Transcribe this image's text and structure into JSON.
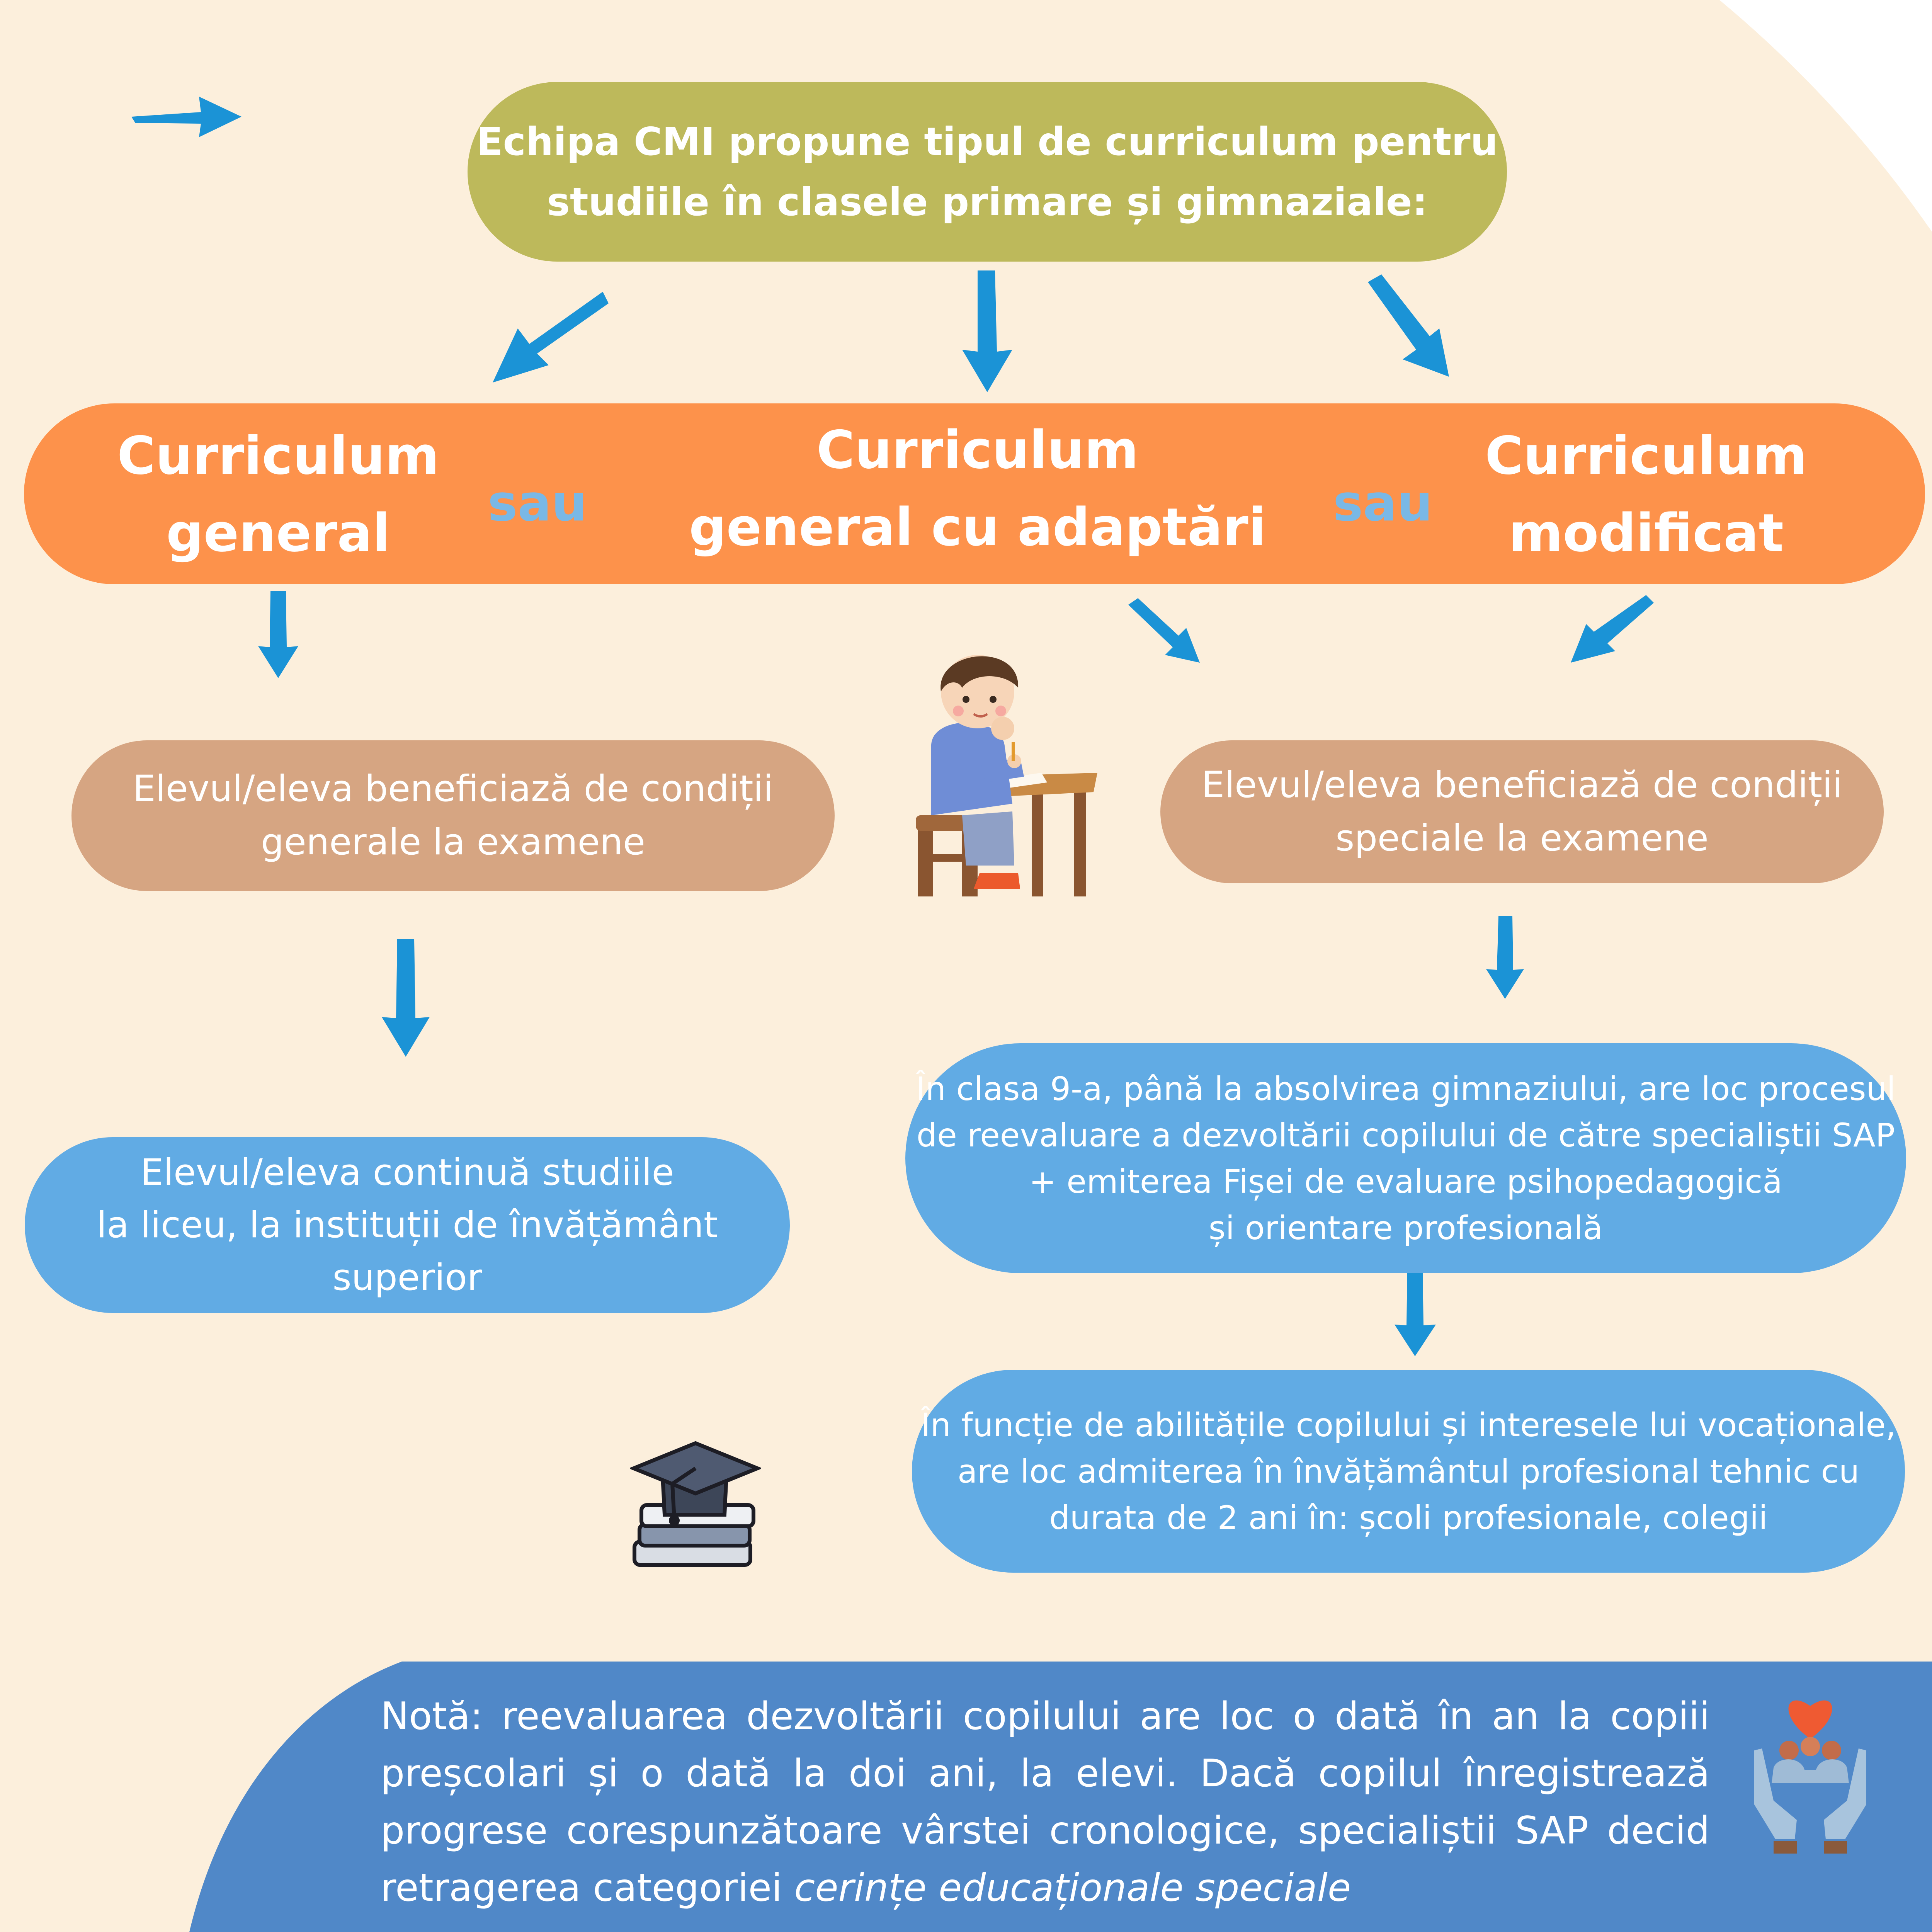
{
  "header": {
    "lines": [
      "Echipa CMI propune tipul de curriculum pentru",
      "studiile în clasele primare și gimnaziale:"
    ]
  },
  "curricula": {
    "general": [
      "Curriculum",
      "general"
    ],
    "adapted": [
      "Curriculum",
      "general cu adaptări"
    ],
    "modified": [
      "Curriculum",
      "modificat"
    ],
    "connector": "sau"
  },
  "exam_conditions": {
    "general": [
      "Elevul/eleva beneficiază de condiții",
      "generale la examene"
    ],
    "special": [
      "Elevul/eleva beneficiază de condiții",
      "speciale la examene"
    ]
  },
  "general_path": {
    "continue_lines": [
      "Elevul/eleva continuă studiile",
      "la liceu, la instituții de învățământ",
      "superior"
    ]
  },
  "special_path": {
    "reevaluation_lines": [
      "În clasa 9-a, până la absolvirea gimnaziului, are loc procesul",
      "de reevaluare a dezvoltării copilului de către specialiștii SAP",
      "+ emiterea Fișei de evaluare psihopedagogică",
      "și orientare profesională"
    ],
    "admission_lines": [
      "În funcție de abilitățile copilului și interesele lui vocaționale,",
      "are loc admiterea în învățământul profesional tehnic cu",
      "durata de 2 ani în: școli profesionale, colegii"
    ]
  },
  "note": {
    "text": "Notă: reevaluarea dezvoltării copilului are loc o dată în an la copiii preșcolari și o dată la doi ani, la elevi. Dacă copilul înregistrează progrese corespunzătoare vârstei cronologice, specialiștii SAP decid retragerea categoriei ",
    "emphasis": "cerințe educaționale speciale"
  },
  "icons": [
    "arrow-right-icon",
    "arrow-down-icon",
    "student-at-desk-icon",
    "graduation-cap-books-icon",
    "heart-hands-icon"
  ],
  "colors": {
    "background": "#fcefdc",
    "header_pill": "#bdb95b",
    "curriculum_band": "#fd924b",
    "connector_text": "#79b8e6",
    "condition_pill": "#d6a582",
    "info_pill": "#61abe4",
    "note_panel": "#5088c8",
    "arrow": "#1b93d6"
  }
}
